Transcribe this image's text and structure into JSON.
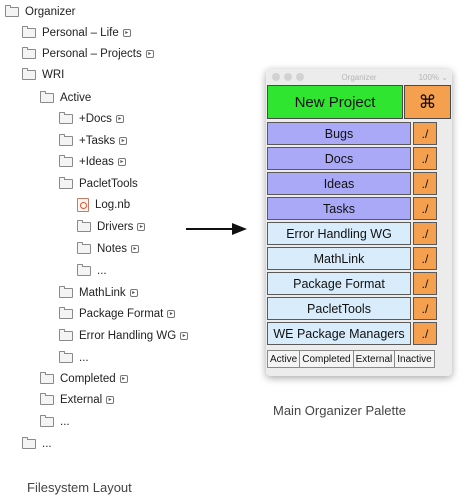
{
  "filesystem": {
    "caption": "Filesystem Layout",
    "items": [
      {
        "label": "Organizer",
        "icon": "folder-icon",
        "alias": false
      },
      {
        "label": "Personal – Life",
        "icon": "folder-icon",
        "alias": true
      },
      {
        "label": "Personal – Projects",
        "icon": "folder-icon",
        "alias": true
      },
      {
        "label": "WRI",
        "icon": "folder-icon",
        "alias": false
      },
      {
        "label": "Active",
        "icon": "folder-icon",
        "alias": false
      },
      {
        "label": "+Docs",
        "icon": "folder-icon",
        "alias": true
      },
      {
        "label": "+Tasks",
        "icon": "folder-icon",
        "alias": true
      },
      {
        "label": "+Ideas",
        "icon": "folder-icon",
        "alias": true
      },
      {
        "label": "PacletTools",
        "icon": "folder-icon",
        "alias": false
      },
      {
        "label": "Log.nb",
        "icon": "notebook-icon",
        "alias": false
      },
      {
        "label": "Drivers",
        "icon": "folder-icon",
        "alias": true
      },
      {
        "label": "Notes",
        "icon": "folder-icon",
        "alias": true
      },
      {
        "label": "...",
        "icon": "folder-icon",
        "alias": false
      },
      {
        "label": "MathLink",
        "icon": "folder-icon",
        "alias": true
      },
      {
        "label": "Package Format",
        "icon": "folder-icon",
        "alias": true
      },
      {
        "label": "Error Handling WG",
        "icon": "folder-icon",
        "alias": true
      },
      {
        "label": "...",
        "icon": "folder-icon",
        "alias": false
      },
      {
        "label": "Completed",
        "icon": "folder-icon",
        "alias": true
      },
      {
        "label": "External",
        "icon": "folder-icon",
        "alias": true
      },
      {
        "label": "...",
        "icon": "folder-icon",
        "alias": false
      },
      {
        "label": "...",
        "icon": "folder-icon",
        "alias": false
      }
    ]
  },
  "palette": {
    "caption": "Main Organizer Palette",
    "window_title": "Organizer",
    "zoom": "100%",
    "new_project_label": "New Project",
    "command_label": "⌘",
    "check_label": "./",
    "rows": [
      {
        "label": "Bugs",
        "color": "#a9a9f7"
      },
      {
        "label": "Docs",
        "color": "#a9a9f7"
      },
      {
        "label": "Ideas",
        "color": "#a9a9f7"
      },
      {
        "label": "Tasks",
        "color": "#a9a9f7"
      },
      {
        "label": "Error Handling WG",
        "color": "#d9ecfb"
      },
      {
        "label": "MathLink",
        "color": "#d9ecfb"
      },
      {
        "label": "Package Format",
        "color": "#d9ecfb"
      },
      {
        "label": "PacletTools",
        "color": "#d9ecfb"
      },
      {
        "label": "WE Package Managers",
        "color": "#d9ecfb"
      }
    ],
    "tabs": [
      "Active",
      "Completed",
      "External",
      "Inactive"
    ]
  },
  "colors": {
    "new_project": "#2fe52f",
    "action_orange": "#f5a04e",
    "category_purple": "#a9a9f7",
    "project_blue": "#d9ecfb"
  }
}
